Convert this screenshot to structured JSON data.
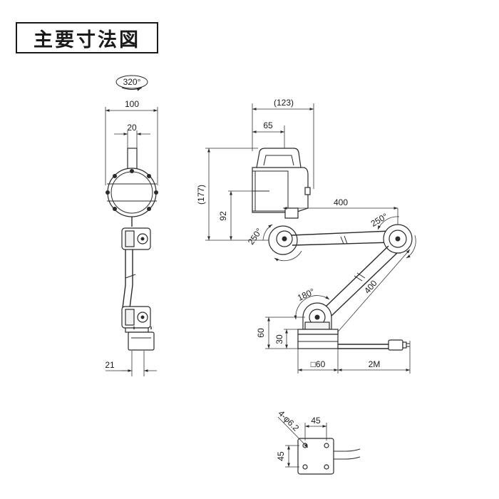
{
  "title": "主要寸法図",
  "front_view": {
    "rotation": "320°",
    "width": "100",
    "neck": "20",
    "base_offset": "21"
  },
  "side_view": {
    "head_depth": "(123)",
    "head_front": "65",
    "total_height": "(177)",
    "pivot_height": "92",
    "upper_arm": "400",
    "head_joint": "250°",
    "elbow_joint": "250°",
    "lower_arm": "400",
    "base_joint": "180°",
    "base_height": "60",
    "magnet_height": "30",
    "base_size": "□60",
    "cord": "2M"
  },
  "base_view": {
    "hole": "4-φ6.2",
    "width": "45",
    "depth": "45"
  }
}
